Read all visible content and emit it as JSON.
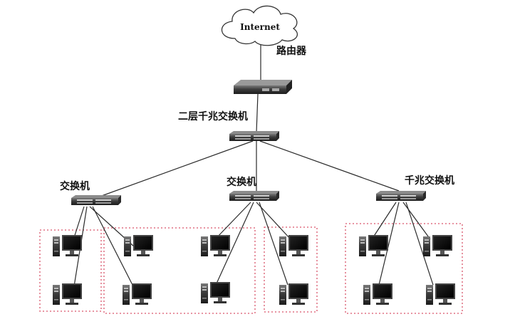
{
  "labels": {
    "internet": "Internet",
    "router": "路由器",
    "core_switch": "二层千兆交换机",
    "switch_left": "交换机",
    "switch_middle": "交换机",
    "switch_right": "千兆交换机"
  },
  "icons": {
    "cloud": "cloud-icon",
    "router": "router-icon",
    "switch": "switch-icon",
    "computer": "desktop-computer-icon"
  },
  "colors": {
    "group_border": "#d9546a",
    "device_body": "#3a3a3a",
    "line": "#2a2a2a"
  }
}
